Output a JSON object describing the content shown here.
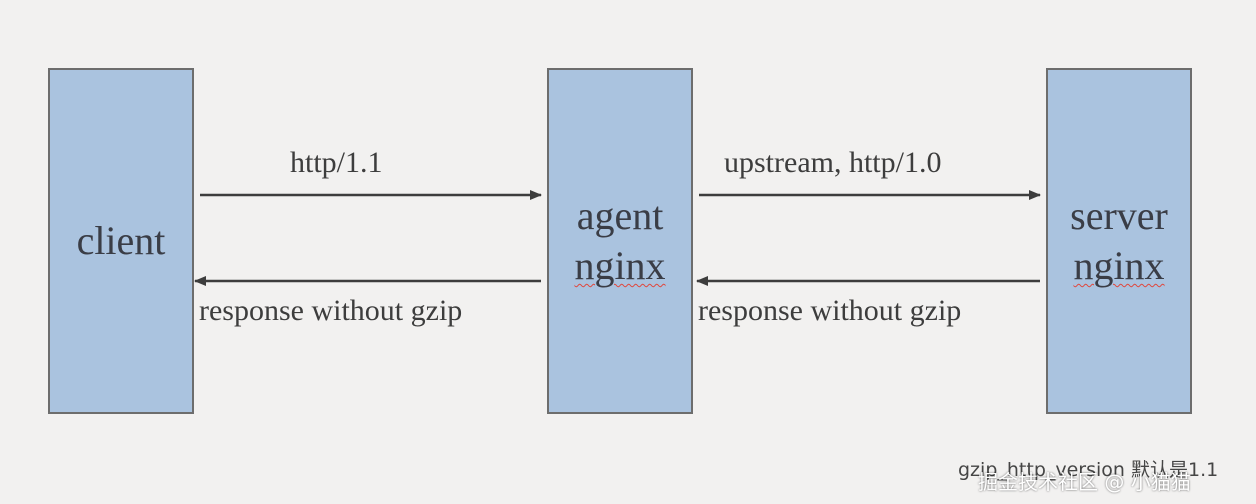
{
  "nodes": {
    "client": {
      "line1": "client"
    },
    "agent": {
      "line1": "agent",
      "line2": "nginx"
    },
    "server": {
      "line1": "server",
      "line2": "nginx"
    }
  },
  "edges": {
    "client_to_agent": "http/1.1",
    "agent_to_server": "upstream, http/1.0",
    "agent_to_client": "response without gzip",
    "server_to_agent": "response without gzip"
  },
  "caption": "gzip_http_version 默认是1.1",
  "watermark": "掘金技术社区 @ 小猫猫",
  "colors": {
    "box_fill": "#aac3df",
    "box_border": "#6d6d6d",
    "arrow": "#3d3d3d",
    "background": "#f2f1f0"
  }
}
